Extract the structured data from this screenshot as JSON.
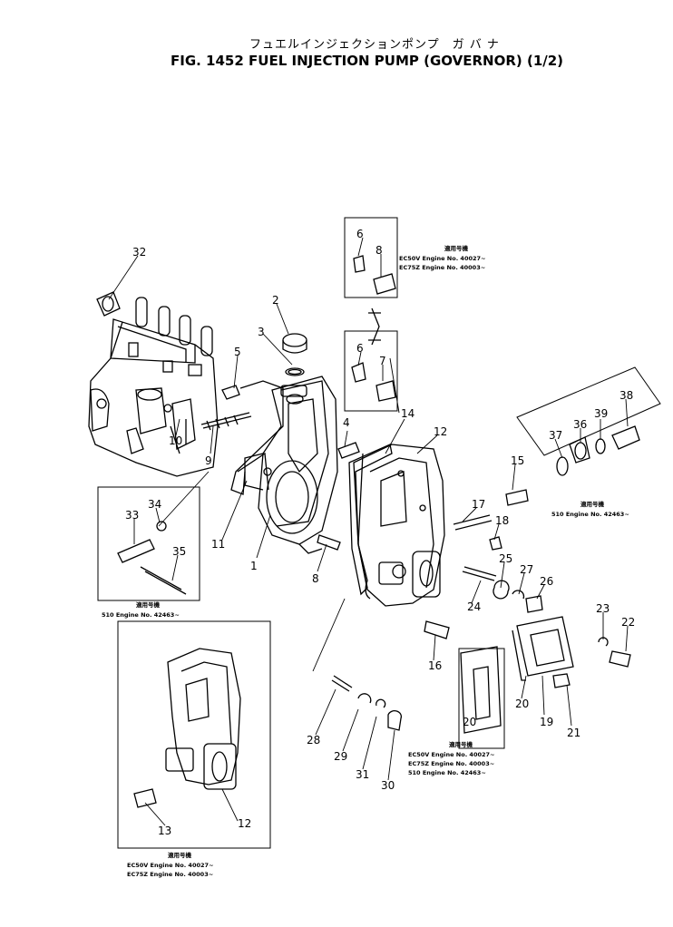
{
  "header": {
    "title_jp": "フュエルインジェクションポンプ　ガ バ ナ",
    "title_en": "FIG. 1452  FUEL INJECTION PUMP (GOVERNOR) (1/2)"
  },
  "part_numbers": [
    "32",
    "2",
    "3",
    "5",
    "9",
    "10",
    "11",
    "1",
    "8",
    "4",
    "14",
    "12",
    "6",
    "8",
    "6",
    "7",
    "15",
    "17",
    "18",
    "38",
    "36",
    "39",
    "37",
    "33",
    "34",
    "35",
    "25",
    "27",
    "26",
    "24",
    "16",
    "23",
    "22",
    "20",
    "19",
    "21",
    "28",
    "29",
    "31",
    "30",
    "20",
    "13",
    "12"
  ],
  "notes": {
    "top_box": {
      "header": "適用号機",
      "lines": [
        "EC50V  Engine  No. 40027~",
        "EC75Z  Engine  No. 40003~"
      ]
    },
    "right_box": {
      "header": "適用号機",
      "lines": [
        "510  Engine  No. 42463~"
      ]
    },
    "left_box": {
      "header": "適用号機",
      "lines": [
        "510  Engine  No. 42463~"
      ]
    },
    "gasket_box": {
      "header": "適用号機",
      "lines": [
        "EC50V  Engine  No. 40027~",
        "EC75Z  Engine  No. 40003~",
        "510  Engine  No. 42463~"
      ]
    },
    "bottom_box": {
      "header": "適用号機",
      "lines": [
        "EC50V  Engine  No. 40027~",
        "EC75Z  Engine  No. 40003~"
      ]
    }
  }
}
